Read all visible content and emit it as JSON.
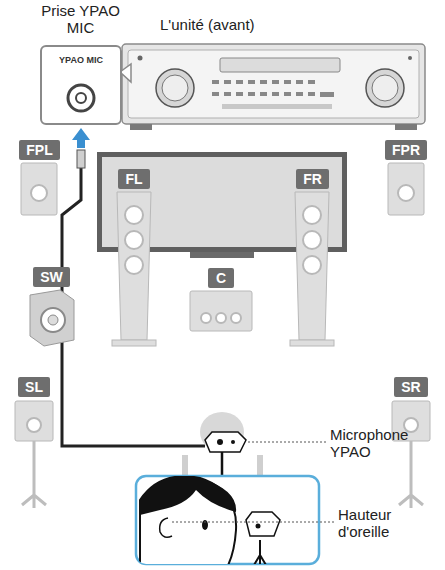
{
  "diagram": {
    "nodes": [
      {
        "text": [
          "YPAO MIC"
        ]
      },
      {
        "text": [
          "FPL"
        ]
      },
      {
        "text": [
          "FPR"
        ]
      },
      {
        "text": [
          "FL"
        ]
      },
      {
        "text": [
          "FR"
        ]
      },
      {
        "text": [
          "SW"
        ]
      },
      {
        "text": [
          "C"
        ]
      },
      {
        "text": [
          "SL"
        ]
      },
      {
        "text": [
          "SR"
        ]
      }
    ],
    "labels": [
      "Prise YPAO MIC",
      "L'unité (avant)",
      "Microphone YPAO",
      "Hauteur d'oreille"
    ]
  }
}
